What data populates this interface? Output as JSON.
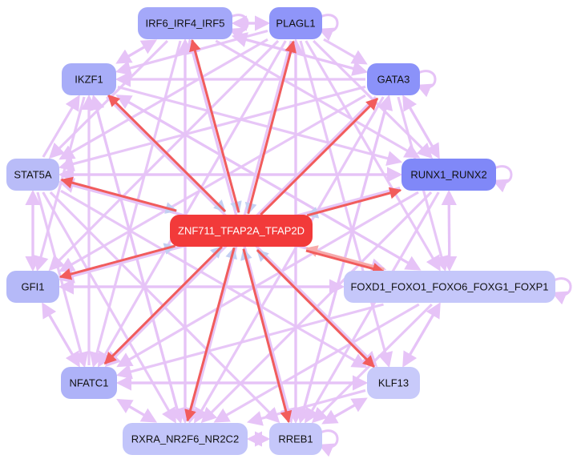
{
  "colors": {
    "edge_default": "#e6c3f7",
    "edge_red": "#f25c5c",
    "edge_blue": "#c4cff2",
    "edge_pink": "#f7aaaa"
  },
  "nodes": [
    {
      "id": "irf6",
      "label": "IRF6_IRF4_IRF5",
      "fill": "#a4a8f9",
      "text": "#111111"
    },
    {
      "id": "plagl1",
      "label": "PLAGL1",
      "fill": "#8f95f9",
      "text": "#111111"
    },
    {
      "id": "ikzf1",
      "label": "IKZF1",
      "fill": "#a8adf8",
      "text": "#111111"
    },
    {
      "id": "gata3",
      "label": "GATA3",
      "fill": "#8b92f9",
      "text": "#111111"
    },
    {
      "id": "stat5a",
      "label": "STAT5A",
      "fill": "#b9bcf8",
      "text": "#111111"
    },
    {
      "id": "runx1",
      "label": "RUNX1_RUNX2",
      "fill": "#8088f8",
      "text": "#111111"
    },
    {
      "id": "znf711",
      "label": "ZNF711_TFAP2A_TFAP2D",
      "fill": "#f23a3a",
      "text": "#ffffff"
    },
    {
      "id": "gfi1",
      "label": "GFI1",
      "fill": "#b5b9f8",
      "text": "#111111"
    },
    {
      "id": "foxd1",
      "label": "FOXD1_FOXO1_FOXO6_FOXG1_FOXP1",
      "fill": "#c5c7fa",
      "text": "#111111"
    },
    {
      "id": "nfatc1",
      "label": "NFATC1",
      "fill": "#aeb2f8",
      "text": "#111111"
    },
    {
      "id": "klf13",
      "label": "KLF13",
      "fill": "#c8cafa",
      "text": "#111111"
    },
    {
      "id": "rxra",
      "label": "RXRA_NR2F6_NR2C2",
      "fill": "#c2c5fa",
      "text": "#111111"
    },
    {
      "id": "rreb1",
      "label": "RREB1",
      "fill": "#c5c7fa",
      "text": "#111111"
    }
  ],
  "edges": [
    {
      "from": "znf711",
      "to": "irf6",
      "kind": "red"
    },
    {
      "from": "znf711",
      "to": "plagl1",
      "kind": "red"
    },
    {
      "from": "znf711",
      "to": "ikzf1",
      "kind": "red"
    },
    {
      "from": "znf711",
      "to": "gata3",
      "kind": "red"
    },
    {
      "from": "znf711",
      "to": "runx1",
      "kind": "red"
    },
    {
      "from": "znf711",
      "to": "stat5a",
      "kind": "red"
    },
    {
      "from": "znf711",
      "to": "gfi1",
      "kind": "red"
    },
    {
      "from": "znf711",
      "to": "foxd1",
      "kind": "red"
    },
    {
      "from": "znf711",
      "to": "nfatc1",
      "kind": "red"
    },
    {
      "from": "znf711",
      "to": "klf13",
      "kind": "red"
    },
    {
      "from": "znf711",
      "to": "rxra",
      "kind": "red"
    },
    {
      "from": "znf711",
      "to": "rreb1",
      "kind": "red"
    },
    {
      "from": "foxd1",
      "to": "znf711",
      "kind": "pink"
    },
    {
      "from": "irf6",
      "to": "znf711",
      "kind": "blue"
    },
    {
      "from": "plagl1",
      "to": "znf711",
      "kind": "blue"
    },
    {
      "from": "ikzf1",
      "to": "znf711",
      "kind": "blue"
    },
    {
      "from": "stat5a",
      "to": "znf711",
      "kind": "blue"
    },
    {
      "from": "gfi1",
      "to": "znf711",
      "kind": "blue"
    },
    {
      "from": "nfatc1",
      "to": "znf711",
      "kind": "blue"
    },
    {
      "from": "rxra",
      "to": "znf711",
      "kind": "blue"
    },
    {
      "from": "rreb1",
      "to": "znf711",
      "kind": "blue"
    },
    {
      "from": "klf13",
      "to": "znf711",
      "kind": "blue"
    },
    {
      "from": "runx1",
      "to": "znf711",
      "kind": "blue"
    },
    {
      "from": "plagl1",
      "to": "irf6",
      "kind": "default"
    },
    {
      "from": "irf6",
      "to": "plagl1",
      "kind": "default"
    },
    {
      "from": "plagl1",
      "to": "ikzf1",
      "kind": "default"
    },
    {
      "from": "plagl1",
      "to": "gata3",
      "kind": "default"
    },
    {
      "from": "plagl1",
      "to": "stat5a",
      "kind": "default"
    },
    {
      "from": "plagl1",
      "to": "runx1",
      "kind": "default"
    },
    {
      "from": "plagl1",
      "to": "gfi1",
      "kind": "default"
    },
    {
      "from": "plagl1",
      "to": "foxd1",
      "kind": "default"
    },
    {
      "from": "plagl1",
      "to": "nfatc1",
      "kind": "default"
    },
    {
      "from": "plagl1",
      "to": "rxra",
      "kind": "default"
    },
    {
      "from": "plagl1",
      "to": "rreb1",
      "kind": "default"
    },
    {
      "from": "plagl1",
      "to": "klf13",
      "kind": "default"
    },
    {
      "from": "gata3",
      "to": "ikzf1",
      "kind": "default"
    },
    {
      "from": "gata3",
      "to": "irf6",
      "kind": "default"
    },
    {
      "from": "gata3",
      "to": "runx1",
      "kind": "default"
    },
    {
      "from": "gata3",
      "to": "stat5a",
      "kind": "default"
    },
    {
      "from": "gata3",
      "to": "gfi1",
      "kind": "default"
    },
    {
      "from": "gata3",
      "to": "nfatc1",
      "kind": "default"
    },
    {
      "from": "gata3",
      "to": "rxra",
      "kind": "default"
    },
    {
      "from": "gata3",
      "to": "rreb1",
      "kind": "default"
    },
    {
      "from": "gata3",
      "to": "foxd1",
      "kind": "default"
    },
    {
      "from": "irf6",
      "to": "ikzf1",
      "kind": "default"
    },
    {
      "from": "irf6",
      "to": "stat5a",
      "kind": "default"
    },
    {
      "from": "irf6",
      "to": "gata3",
      "kind": "default"
    },
    {
      "from": "irf6",
      "to": "runx1",
      "kind": "default"
    },
    {
      "from": "irf6",
      "to": "nfatc1",
      "kind": "default"
    },
    {
      "from": "irf6",
      "to": "rxra",
      "kind": "default"
    },
    {
      "from": "irf6",
      "to": "rreb1",
      "kind": "default"
    },
    {
      "from": "ikzf1",
      "to": "runx1",
      "kind": "default"
    },
    {
      "from": "ikzf1",
      "to": "foxd1",
      "kind": "default"
    },
    {
      "from": "ikzf1",
      "to": "gfi1",
      "kind": "default"
    },
    {
      "from": "ikzf1",
      "to": "rxra",
      "kind": "default"
    },
    {
      "from": "ikzf1",
      "to": "klf13",
      "kind": "default"
    },
    {
      "from": "ikzf1",
      "to": "irf6",
      "kind": "default"
    },
    {
      "from": "stat5a",
      "to": "ikzf1",
      "kind": "default"
    },
    {
      "from": "stat5a",
      "to": "runx1",
      "kind": "default"
    },
    {
      "from": "stat5a",
      "to": "gfi1",
      "kind": "default"
    },
    {
      "from": "stat5a",
      "to": "foxd1",
      "kind": "default"
    },
    {
      "from": "stat5a",
      "to": "nfatc1",
      "kind": "default"
    },
    {
      "from": "stat5a",
      "to": "rxra",
      "kind": "default"
    },
    {
      "from": "stat5a",
      "to": "rreb1",
      "kind": "default"
    },
    {
      "from": "stat5a",
      "to": "klf13",
      "kind": "default"
    },
    {
      "from": "runx1",
      "to": "stat5a",
      "kind": "default"
    },
    {
      "from": "runx1",
      "to": "foxd1",
      "kind": "default"
    },
    {
      "from": "runx1",
      "to": "gfi1",
      "kind": "default"
    },
    {
      "from": "runx1",
      "to": "nfatc1",
      "kind": "default"
    },
    {
      "from": "runx1",
      "to": "rxra",
      "kind": "default"
    },
    {
      "from": "runx1",
      "to": "rreb1",
      "kind": "default"
    },
    {
      "from": "runx1",
      "to": "gata3",
      "kind": "default"
    },
    {
      "from": "foxd1",
      "to": "runx1",
      "kind": "default"
    },
    {
      "from": "foxd1",
      "to": "gfi1",
      "kind": "default"
    },
    {
      "from": "foxd1",
      "to": "nfatc1",
      "kind": "default"
    },
    {
      "from": "foxd1",
      "to": "klf13",
      "kind": "default"
    },
    {
      "from": "foxd1",
      "to": "rxra",
      "kind": "default"
    },
    {
      "from": "foxd1",
      "to": "rreb1",
      "kind": "default"
    },
    {
      "from": "foxd1",
      "to": "ikzf1",
      "kind": "default"
    },
    {
      "from": "foxd1",
      "to": "stat5a",
      "kind": "default"
    },
    {
      "from": "gfi1",
      "to": "foxd1",
      "kind": "default"
    },
    {
      "from": "gfi1",
      "to": "stat5a",
      "kind": "default"
    },
    {
      "from": "gfi1",
      "to": "nfatc1",
      "kind": "default"
    },
    {
      "from": "nfatc1",
      "to": "klf13",
      "kind": "default"
    },
    {
      "from": "nfatc1",
      "to": "rxra",
      "kind": "default"
    },
    {
      "from": "nfatc1",
      "to": "gfi1",
      "kind": "default"
    },
    {
      "from": "nfatc1",
      "to": "ikzf1",
      "kind": "default"
    },
    {
      "from": "klf13",
      "to": "rreb1",
      "kind": "default"
    },
    {
      "from": "klf13",
      "to": "rxra",
      "kind": "default"
    },
    {
      "from": "klf13",
      "to": "nfatc1",
      "kind": "default"
    },
    {
      "from": "klf13",
      "to": "foxd1",
      "kind": "default"
    },
    {
      "from": "rxra",
      "to": "rreb1",
      "kind": "default"
    },
    {
      "from": "rxra",
      "to": "nfatc1",
      "kind": "default"
    },
    {
      "from": "rxra",
      "to": "irf6",
      "kind": "default"
    },
    {
      "from": "rxra",
      "to": "ikzf1",
      "kind": "default"
    },
    {
      "from": "rreb1",
      "to": "rxra",
      "kind": "default"
    },
    {
      "from": "rreb1",
      "to": "klf13",
      "kind": "default"
    },
    {
      "from": "rreb1",
      "to": "plagl1",
      "kind": "default"
    },
    {
      "from": "rreb1",
      "to": "irf6",
      "kind": "default"
    },
    {
      "from": "rreb1",
      "to": "gata3",
      "kind": "default"
    }
  ],
  "self_loops": [
    "irf6",
    "plagl1",
    "gata3",
    "runx1",
    "foxd1",
    "rreb1"
  ]
}
